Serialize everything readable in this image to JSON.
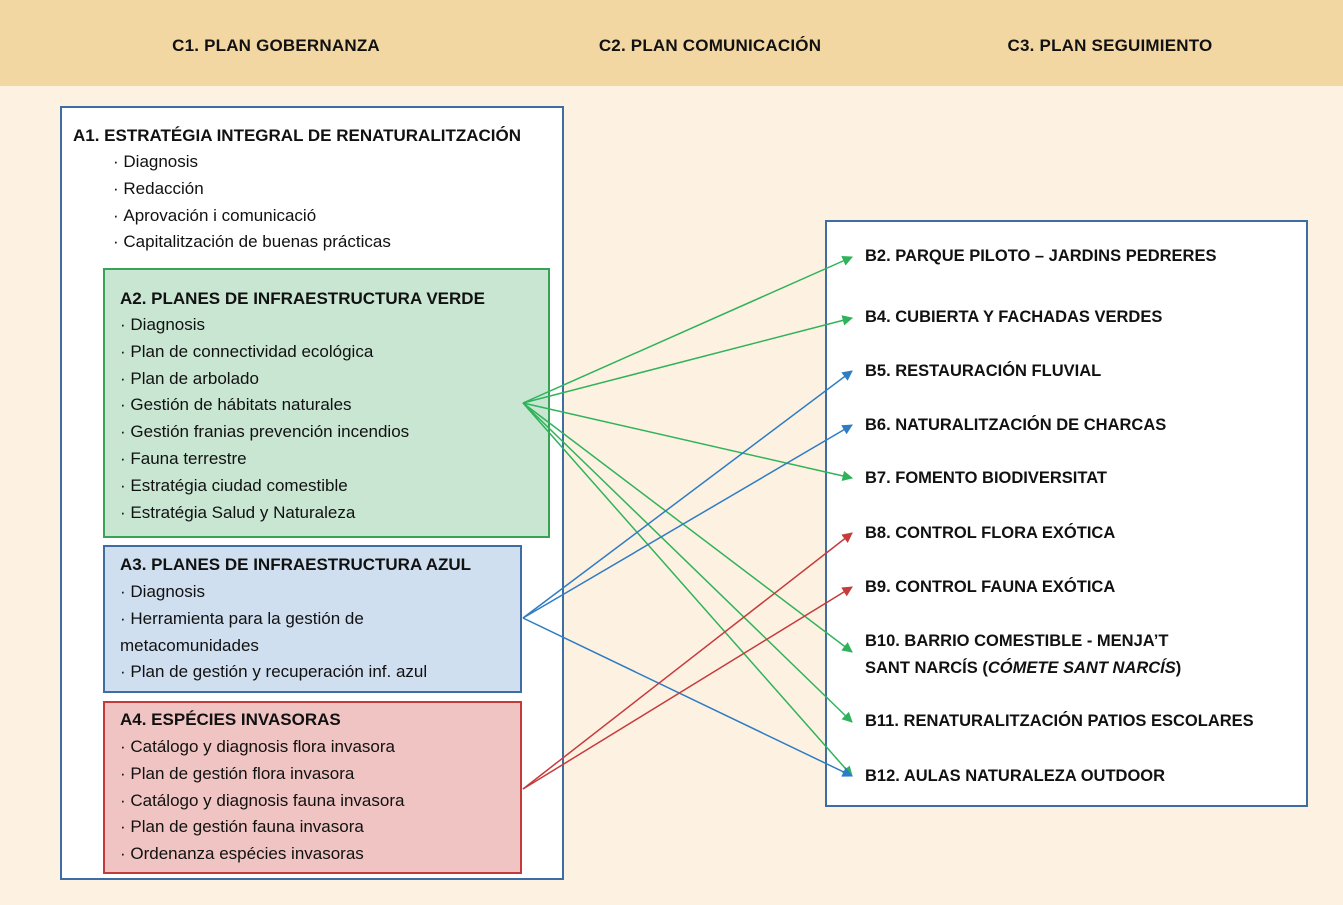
{
  "header": {
    "c1": "C1. PLAN GOBERNANZA",
    "c2": "C2. PLAN COMUNICACIÓN",
    "c3": "C3. PLAN SEGUIMIENTO"
  },
  "a1": {
    "title": "A1. ESTRATÉGIA INTEGRAL DE RENATURALITZACIÓN",
    "items": [
      "Diagnosis",
      "Redacción",
      "Aprovación i comunicació",
      "Capitalitzación de buenas prácticas"
    ]
  },
  "a2": {
    "title": "A2. PLANES DE INFRAESTRUCTURA VERDE",
    "items": [
      "Diagnosis",
      "Plan de connectividad ecológica",
      "Plan de arbolado",
      "Gestión de hábitats naturales",
      "Gestión franias prevención incendios",
      "Fauna terrestre",
      "Estratégia ciudad comestible",
      "Estratégia Salud y Naturaleza"
    ]
  },
  "a3": {
    "title": "A3. PLANES DE INFRAESTRUCTURA AZUL",
    "items": [
      "Diagnosis",
      "Herramienta para la gestión de metacomunidades",
      "Plan de gestión y recuperación inf. azul"
    ]
  },
  "a4": {
    "title": "A4. ESPÉCIES INVASORAS",
    "items": [
      "Catálogo y diagnosis flora invasora",
      "Plan de gestión flora invasora",
      "Catálogo y diagnosis fauna invasora",
      "Plan de gestión fauna invasora",
      "Ordenanza espécies invasoras"
    ]
  },
  "b": {
    "b2": "B2. PARQUE PILOTO – JARDINS PEDRERES",
    "b4": "B4. CUBIERTA Y FACHADAS VERDES",
    "b5": "B5. RESTAURACIÓN FLUVIAL",
    "b6": "B6. NATURALITZACIÓN DE CHARCAS",
    "b7": "B7. FOMENTO BIODIVERSITAT",
    "b8": "B8. CONTROL FLORA EXÓTICA",
    "b9": "B9. CONTROL FAUNA EXÓTICA",
    "b10_line1": "B10. BARRIO COMESTIBLE - MENJA’T",
    "b10_line2_pre": "SANT NARCÍS (",
    "b10_line2_it": "CÓMETE SANT NARCÍS",
    "b10_line2_post": ")",
    "b11": "B11. RENATURALITZACIÓN PATIOS ESCOLARES",
    "b12": "B12. AULAS NATURALEZA OUTDOOR"
  },
  "links": [
    {
      "from": "a2",
      "to": "b2",
      "color": "#2fb35a"
    },
    {
      "from": "a2",
      "to": "b4",
      "color": "#2fb35a"
    },
    {
      "from": "a2",
      "to": "b7",
      "color": "#2fb35a"
    },
    {
      "from": "a2",
      "to": "b10",
      "color": "#2fb35a"
    },
    {
      "from": "a2",
      "to": "b11",
      "color": "#2fb35a"
    },
    {
      "from": "a2",
      "to": "b12",
      "color": "#2fb35a"
    },
    {
      "from": "a3",
      "to": "b5",
      "color": "#2e7cc4"
    },
    {
      "from": "a3",
      "to": "b6",
      "color": "#2e7cc4"
    },
    {
      "from": "a3",
      "to": "b12",
      "color": "#2e7cc4"
    },
    {
      "from": "a4",
      "to": "b8",
      "color": "#c63b3b"
    },
    {
      "from": "a4",
      "to": "b9",
      "color": "#c63b3b"
    }
  ]
}
